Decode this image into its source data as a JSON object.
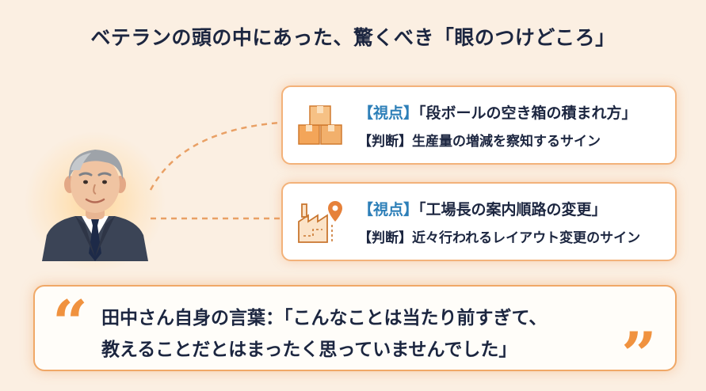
{
  "title": "ベテランの頭の中にあった、驚くべき「眼のつけどころ」",
  "cards": [
    {
      "icon": "boxes-icon",
      "view_tag": "【視点】",
      "view_text": "「段ボールの空き箱の積まれ方」",
      "judge_tag": "【判断】",
      "judge_text": "生産量の増減を察知するサイン"
    },
    {
      "icon": "factory-route-icon",
      "view_tag": "【視点】",
      "view_text": "「工場長の案内順路の変更」",
      "judge_tag": "【判断】",
      "judge_text": "近々行われるレイアウト変更のサイン"
    }
  ],
  "quote": {
    "line1": "田中さん自身の言葉：「こんなことは当たり前すぎて、",
    "line2": "教えることだとはまったく思っていませんでした」",
    "open_mark": "“",
    "close_mark": "”"
  },
  "colors": {
    "accent": "#f0923f",
    "card_border": "#f3b27a",
    "view_tag": "#2d7fb8",
    "text": "#1c2640",
    "background": "#fbefe2"
  }
}
